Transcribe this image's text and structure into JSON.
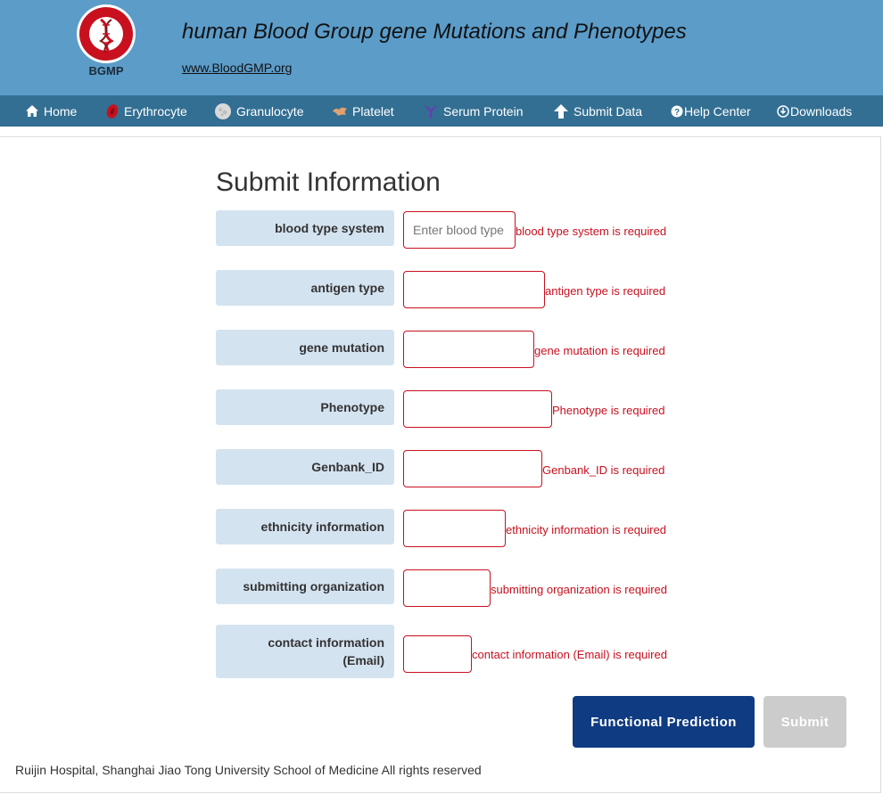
{
  "header": {
    "logo_text": "BGMP",
    "title": "human Blood Group gene Mutations and Phenotypes",
    "link": "www.BloodGMP.org"
  },
  "nav": {
    "items": [
      {
        "label": "Home",
        "icon": "home-icon"
      },
      {
        "label": "Erythrocyte",
        "icon": "erythrocyte-icon"
      },
      {
        "label": "Granulocyte",
        "icon": "granulocyte-icon"
      },
      {
        "label": "Platelet",
        "icon": "platelet-icon"
      },
      {
        "label": "Serum Protein",
        "icon": "serum-protein-icon"
      },
      {
        "label": "Submit Data",
        "icon": "upload-arrow-icon"
      },
      {
        "label": "Help Center",
        "icon": "question-circle-icon"
      },
      {
        "label": "Downloads",
        "icon": "download-circle-icon"
      }
    ]
  },
  "form": {
    "title": "Submit Information",
    "fields": [
      {
        "label": "blood type system",
        "placeholder": "Enter blood type",
        "value": "",
        "error": "blood type system is required"
      },
      {
        "label": "antigen type",
        "placeholder": "",
        "value": "",
        "error": "antigen type is required"
      },
      {
        "label": "gene mutation",
        "placeholder": "",
        "value": "",
        "error": "gene mutation is required"
      },
      {
        "label": "Phenotype",
        "placeholder": "",
        "value": "",
        "error": "Phenotype is required"
      },
      {
        "label": "Genbank_ID",
        "placeholder": "",
        "value": "",
        "error": "Genbank_ID is required"
      },
      {
        "label": "ethnicity information",
        "placeholder": "",
        "value": "",
        "error": "ethnicity information is required"
      },
      {
        "label": "submitting organization",
        "placeholder": "",
        "value": "",
        "error": "submitting organization is required"
      },
      {
        "label": "contact information (Email)",
        "placeholder": "",
        "value": "",
        "error": "contact information (Email) is required"
      }
    ],
    "predict_label": "Functional Prediction",
    "submit_label": "Submit"
  },
  "footer": {
    "text": "Ruijin Hospital, Shanghai Jiao Tong University School of Medicine All rights reserved"
  },
  "colors": {
    "header_bg": "#5b9cc9",
    "nav_bg": "#336f93",
    "label_bg": "#d4e3f0",
    "error": "#c8101f",
    "primary_button": "#0f3b82",
    "disabled_button": "#cccccc"
  }
}
